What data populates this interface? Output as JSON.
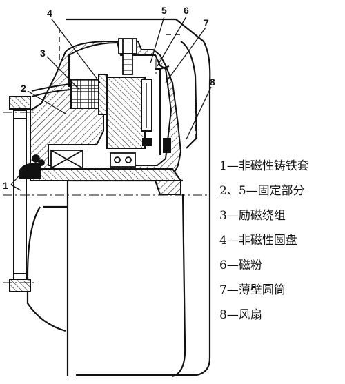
{
  "diagram": {
    "callouts": {
      "c1": "1",
      "c2": "2",
      "c3": "3",
      "c4": "4",
      "c5": "5",
      "c6": "6",
      "c7": "7",
      "c8": "8"
    },
    "legend": [
      "1—非磁性铸铁套",
      "2、5—固定部分",
      "3—励磁绕组",
      "4—非磁性圆盘",
      "6—磁粉",
      "7—薄壁圆筒",
      "8—风扇"
    ]
  }
}
